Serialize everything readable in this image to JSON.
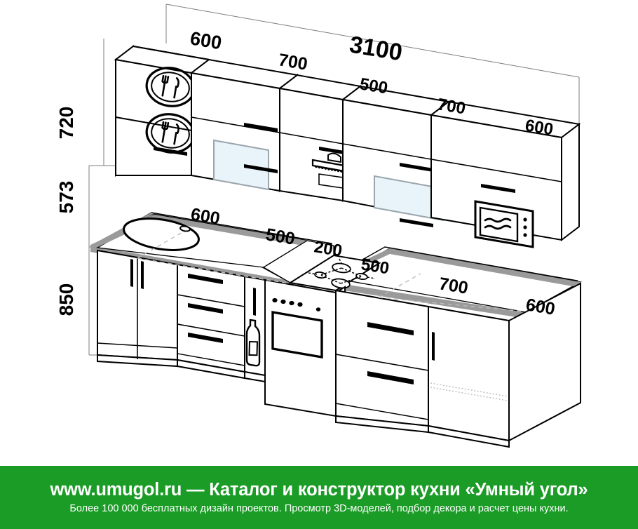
{
  "diagram": {
    "title": "Kitchen elevation isometric layout",
    "units": "mm",
    "colors": {
      "line": "#000000",
      "glass": "#e9f3fa",
      "glass_border": "#9aa6ac",
      "countertop_edge": "#9a9a9a",
      "banner_green": "#1a9c26",
      "background": "#ffffff"
    },
    "heights": {
      "upper_cabinet_label": "720",
      "backsplash_label": "573",
      "base_cabinet_label": "850"
    },
    "total_width_label": "3100",
    "upper_run": {
      "total_label": "3100",
      "modules": [
        {
          "width_label": "600",
          "type": "dish-rack-cabinet",
          "icon": "plate-fork-knife-icon"
        },
        {
          "width_label": "700",
          "type": "glass-door-cabinet",
          "icon": "glass-panel"
        },
        {
          "width_label": "500",
          "type": "range-hood-cabinet",
          "icon": "range-hood-icon"
        },
        {
          "width_label": "700",
          "type": "glass-door-cabinet",
          "icon": "glass-panel"
        },
        {
          "width_label": "600",
          "type": "microwave-cabinet",
          "icon": "microwave-icon"
        }
      ]
    },
    "base_run": {
      "modules": [
        {
          "width_label": "600",
          "type": "sink-base-cabinet",
          "icon": "sink-bowl-icon"
        },
        {
          "width_label": "500",
          "type": "drawer-unit-3",
          "icon": "drawer-handles"
        },
        {
          "width_label": "200",
          "type": "bottle-pullout",
          "icon": "bottle-icon"
        },
        {
          "width_label": "500",
          "type": "oven-hob-unit",
          "icon": "oven-hob-icon"
        },
        {
          "width_label": "700",
          "type": "drawer-unit-2",
          "icon": "drawer-handles"
        },
        {
          "width_label": "600",
          "type": "corner-end-cabinet",
          "icon": "door-handle"
        }
      ]
    }
  },
  "footer": {
    "title": "www.umugol.ru  —  Каталог и конструктор кухни «Умный угол»",
    "subtitle": "Более 100 000 бесплатных дизайн проектов. Просмотр 3D-моделей, подбор декора и расчет цены кухни."
  }
}
